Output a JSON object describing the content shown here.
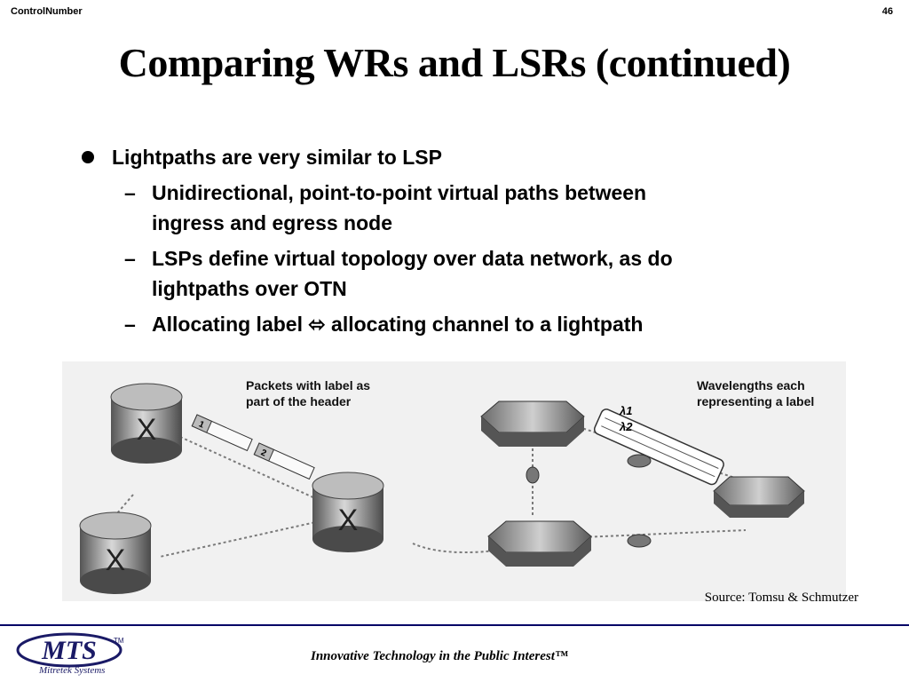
{
  "header": {
    "control_number": "ControlNumber",
    "page_number": "46"
  },
  "title": "Comparing WRs and LSRs (continued)",
  "bullets": {
    "main": "Lightpaths are very similar to  LSP",
    "sub": [
      {
        "line1": "Unidirectional, point-to-point virtual paths between",
        "line2": "ingress and egress node"
      },
      {
        "line1": "LSPs define virtual topology over data network, as do",
        "line2": "lightpaths over OTN"
      },
      {
        "before": "Allocating label",
        "arrow": "⬄",
        "after": "allocating channel to a lightpath"
      }
    ]
  },
  "figure": {
    "left_label": {
      "line1": "Packets with label as",
      "line2": "part of the header"
    },
    "right_label": {
      "line1": "Wavelengths each",
      "line2": "representing a label"
    },
    "packet_labels": [
      "1",
      "2"
    ],
    "wavelengths": [
      "λ1",
      "λ2"
    ]
  },
  "source": "Source: Tomsu & Schmutzer",
  "footer": {
    "logo_text": "MTS",
    "logo_tm": "TM",
    "logo_sub": "Mitretek Systems",
    "tagline": "Innovative Technology in the Public Interest™"
  }
}
